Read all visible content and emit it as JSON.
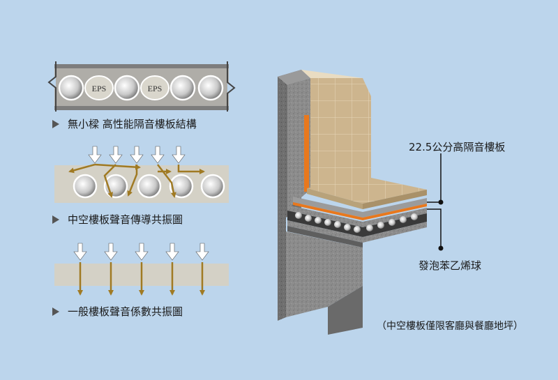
{
  "captions": {
    "structure": "無小樑 高性能隔音樓板結構",
    "hollow": "中空樓板聲音傳導共振圖",
    "normal": "一般樓板聲音係數共振圖"
  },
  "eps_label": "EPS",
  "callouts": {
    "thickness": "22.5公分高隔音樓板",
    "foam": "發泡苯乙烯球"
  },
  "note": "（中空樓板僅限客廳與餐廳地坪）",
  "colors": {
    "background": "#bcd5ec",
    "slab": "#d4d1c6",
    "sound_arrow": "#a07a23",
    "tile": "#cdb58e",
    "concrete": "#8a8a8a",
    "insulation": "#e8781d"
  }
}
